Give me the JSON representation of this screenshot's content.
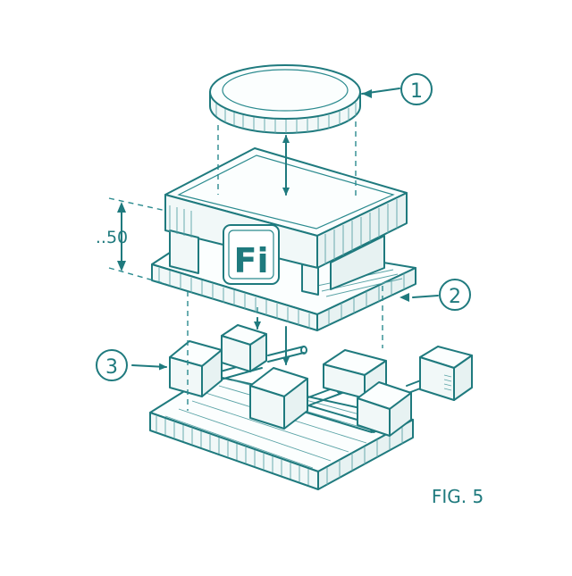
{
  "figure": {
    "caption": "FIG. 5",
    "dimension_label": "..50",
    "callouts": [
      "1",
      "2",
      "3"
    ],
    "logo_text": "Fi",
    "colors": {
      "ink": "#1f7a7e",
      "background": "#ffffff"
    }
  }
}
